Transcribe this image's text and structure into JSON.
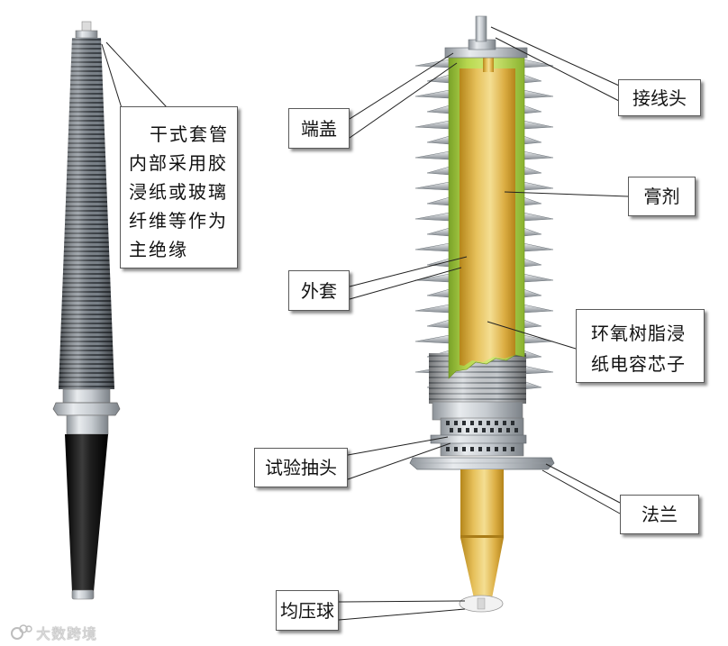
{
  "labels": {
    "dry_bushing_note": [
      "干式套管",
      "内部采用胶",
      "浸纸或玻璃",
      "纤维等作为",
      "主绝缘"
    ],
    "terminal": "接线头",
    "end_cap": "端盖",
    "paste": "膏剂",
    "outer_sleeve": "外套",
    "capacitor_core": [
      "环氧树脂浸",
      "纸电容芯子"
    ],
    "test_tap": "试验抽头",
    "flange": "法兰",
    "grading_ball": "均压球"
  },
  "watermark": "大数跨境",
  "colors": {
    "outer_sleeve_green": "#b8d850",
    "core_gold": "#e2b446",
    "shed_gray": "#9aa1a8",
    "dry_bushing_cone": "#111111"
  }
}
